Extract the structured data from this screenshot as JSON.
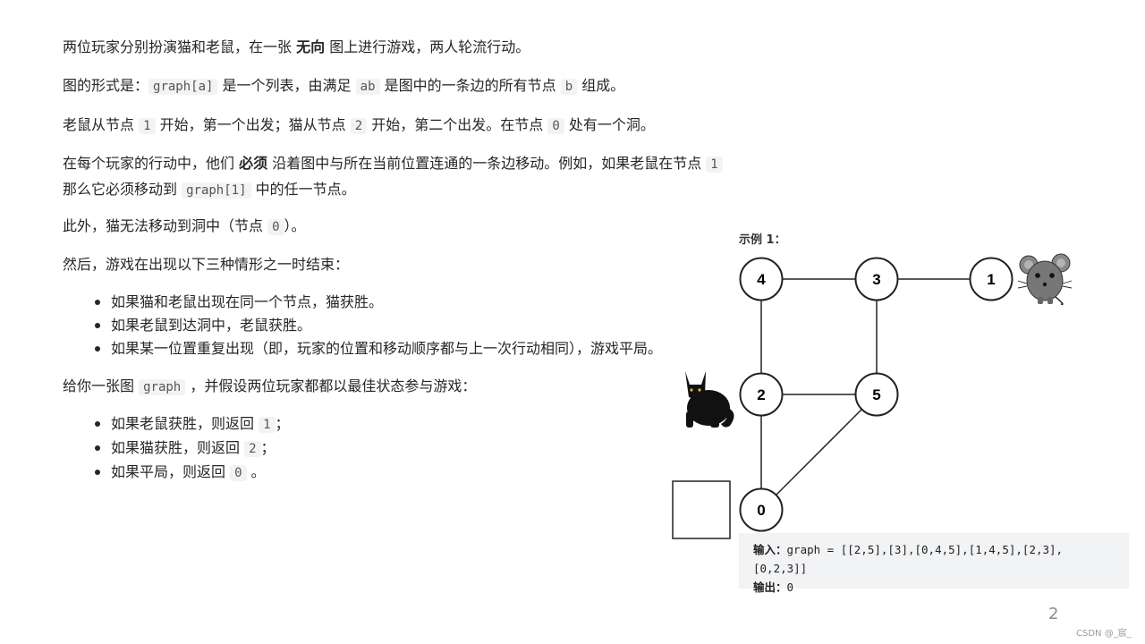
{
  "paragraphs": {
    "p1": {
      "a": "两位玩家分别扮演猫和老鼠，在一张 ",
      "b": "无向",
      "c": " 图上进行游戏，两人轮流行动。"
    },
    "p2": {
      "a": "图的形式是：",
      "code1": "graph[a]",
      "b": " 是一个列表，由满足 ",
      "code2": "ab",
      "c": " 是图中的一条边的所有节点 ",
      "code3": "b",
      "d": " 组成。"
    },
    "p3": {
      "a": "老鼠从节点 ",
      "code1": "1",
      "b": " 开始，第一个出发；猫从节点 ",
      "code2": "2",
      "c": " 开始，第二个出发。在节点 ",
      "code3": "0",
      "d": " 处有一个洞。"
    },
    "p4": {
      "a": "在每个玩家的行动中，他们 ",
      "b": "必须",
      "c": " 沿着图中与所在当前位置连通的一条边移动。例如，如果老鼠在节点 ",
      "code1": "1",
      "d": "那么它必须移动到 ",
      "code2": "graph[1]",
      "e": " 中的任一节点。"
    },
    "p5": {
      "a": "此外，猫无法移动到洞中（节点 ",
      "code1": "0",
      "b": "）。"
    },
    "p6": {
      "a": "然后，游戏在出现以下三种情形之一时结束："
    },
    "p7": {
      "a": "给你一张图 ",
      "code1": "graph",
      "b": " ，并假设两位玩家都都以最佳状态参与游戏："
    }
  },
  "end_conditions": [
    "如果猫和老鼠出现在同一个节点，猫获胜。",
    "如果老鼠到达洞中，老鼠获胜。",
    "如果某一位置重复出现（即，玩家的位置和移动顺序都与上一次行动相同），游戏平局。"
  ],
  "returns": {
    "r1": {
      "a": "如果老鼠获胜，则返回 ",
      "code": "1",
      "b": "；"
    },
    "r2": {
      "a": "如果猫获胜，则返回 ",
      "code": "2",
      "b": "；"
    },
    "r3": {
      "a": "如果平局，则返回 ",
      "code": "0",
      "b": " 。"
    }
  },
  "example": {
    "title": "示例 1：",
    "nodes": {
      "n4": "4",
      "n3": "3",
      "n1": "1",
      "n2": "2",
      "n5": "5",
      "n0": "0"
    },
    "input_label": "输入：",
    "input_value": "graph = [[2,5],[3],[0,4,5],[1,4,5],[2,3],[0,2,3]]",
    "output_label": "输出：",
    "output_value": "0"
  },
  "page_number": "2",
  "watermark": "CSDN @_宸_"
}
